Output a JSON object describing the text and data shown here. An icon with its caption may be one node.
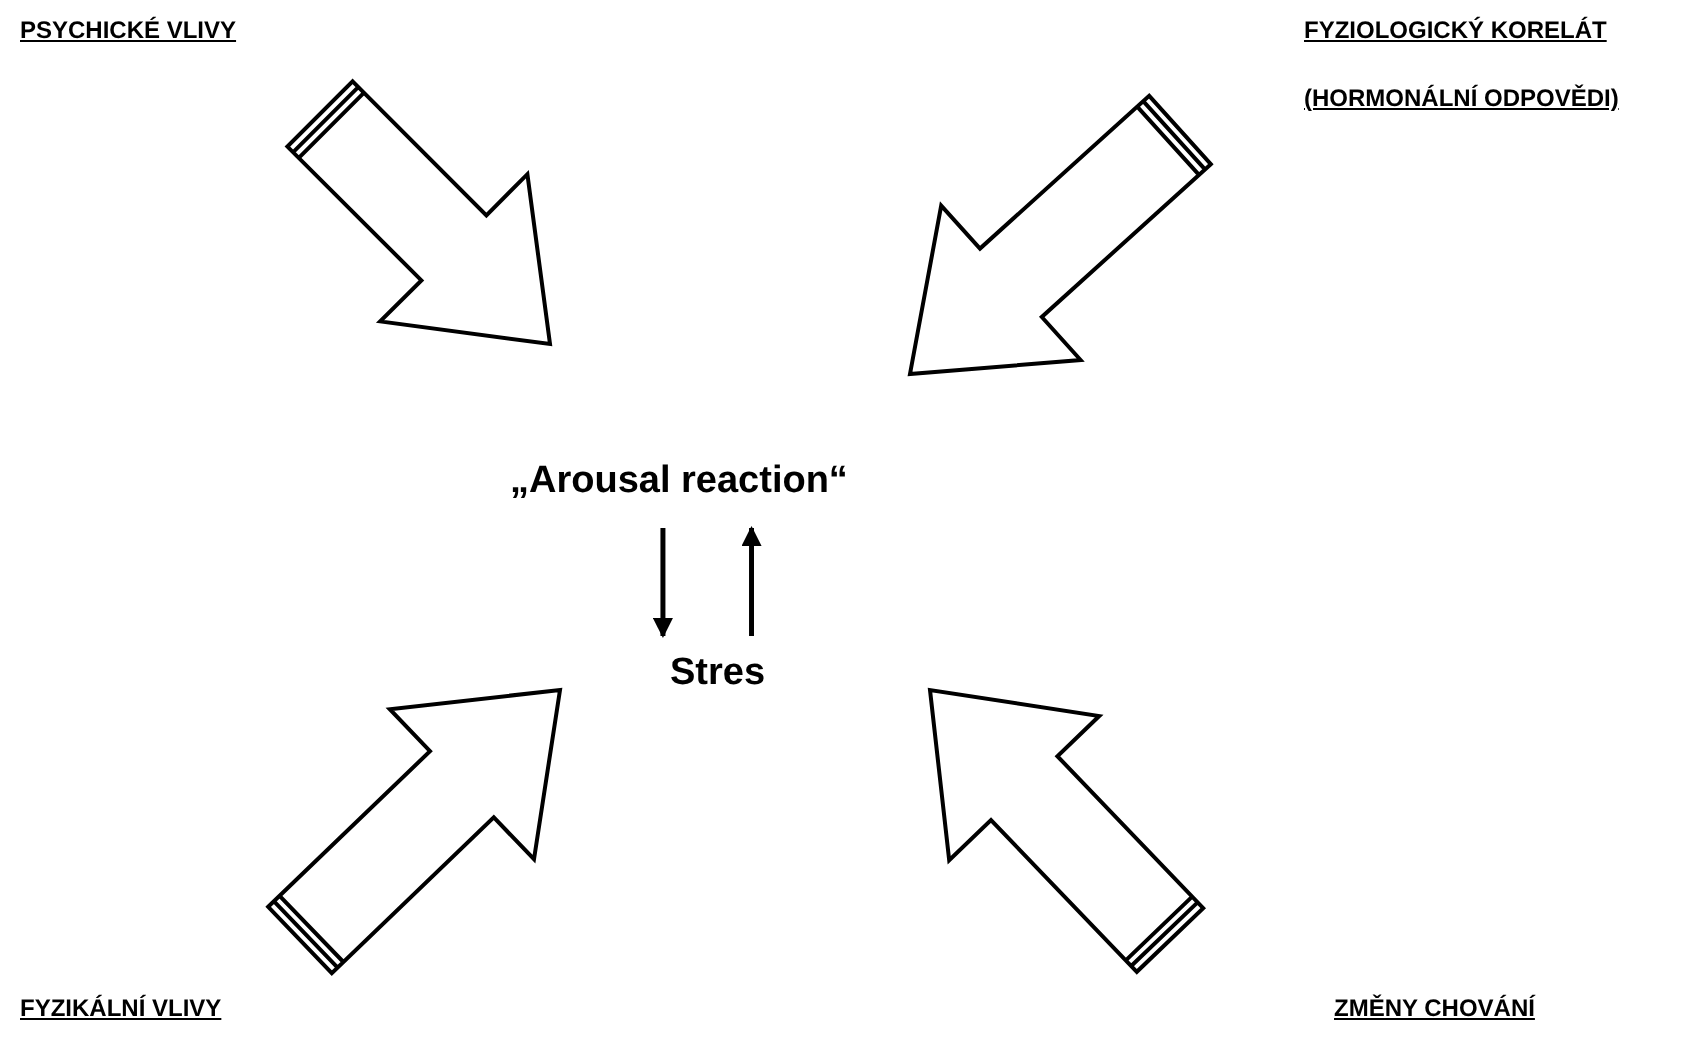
{
  "diagram": {
    "nodes": [
      {
        "text": [
          "PSYCHICKÉ VLIVY"
        ]
      },
      {
        "text": [
          "FYZIOLOGICKÝ KORELÁT",
          "(HORMONÁLNÍ ODPOVĚDI)"
        ]
      },
      {
        "text": [
          "„Arousal reaction“"
        ]
      },
      {
        "text": [
          "Stres"
        ]
      },
      {
        "text": [
          "FYZIKÁLNÍ VLIVY"
        ]
      },
      {
        "text": [
          "ZMĚNY CHOVÁNÍ"
        ]
      }
    ],
    "edges": [
      {
        "from": 2,
        "to": 3,
        "arrow": "to"
      },
      {
        "from": 3,
        "to": 2,
        "arrow": "to"
      }
    ]
  }
}
